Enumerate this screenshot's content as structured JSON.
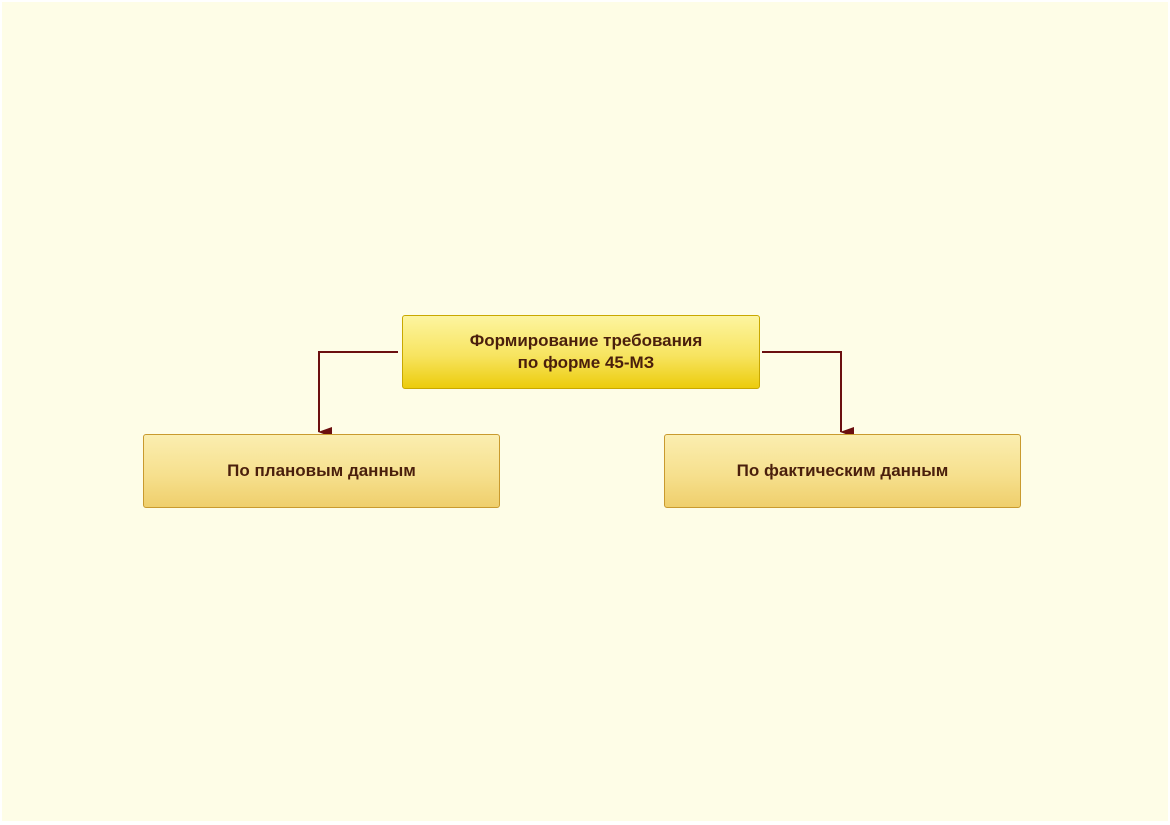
{
  "diagram": {
    "root": {
      "label": "Формирование требования\nпо форме 45-МЗ"
    },
    "children": [
      {
        "label": "По плановым данным"
      },
      {
        "label": "По фактическим данным"
      }
    ],
    "colors": {
      "background": "#fefde7",
      "root_fill": "#f7e460",
      "child_fill": "#f6e08e",
      "text": "#4a1f0c",
      "connector": "#6b0f0f"
    }
  }
}
